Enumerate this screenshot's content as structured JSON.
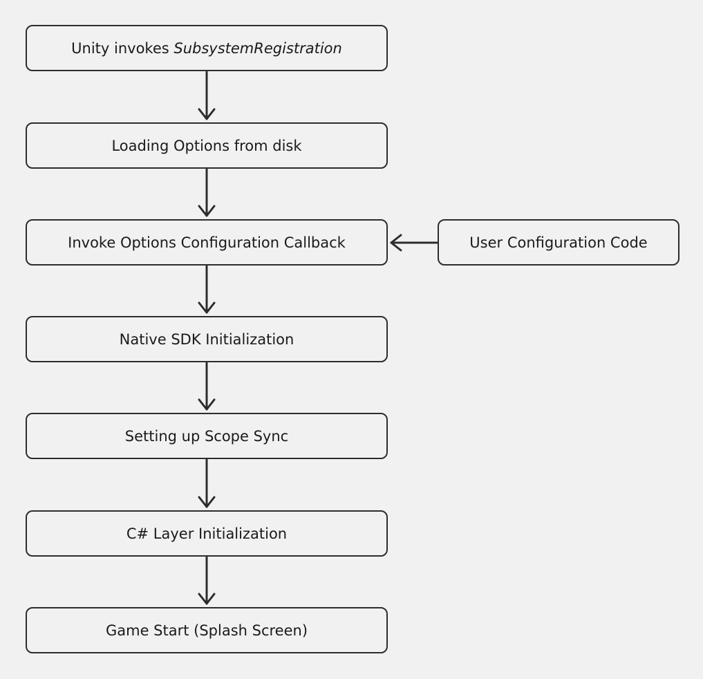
{
  "steps": [
    {
      "prefix": "Unity invokes ",
      "emph": "SubsystemRegistration"
    },
    {
      "label": "Loading Options from disk"
    },
    {
      "label": "Invoke Options Configuration Callback"
    },
    {
      "label": "Native SDK Initialization"
    },
    {
      "label": "Setting up Scope Sync"
    },
    {
      "label": "C# Layer Initialization"
    },
    {
      "label": "Game Start (Splash Screen)"
    }
  ],
  "side_input": {
    "label": "User Configuration Code"
  },
  "colors": {
    "background": "#f1f1f1",
    "stroke": "#2c2c2c",
    "text": "#1a1a1a"
  }
}
